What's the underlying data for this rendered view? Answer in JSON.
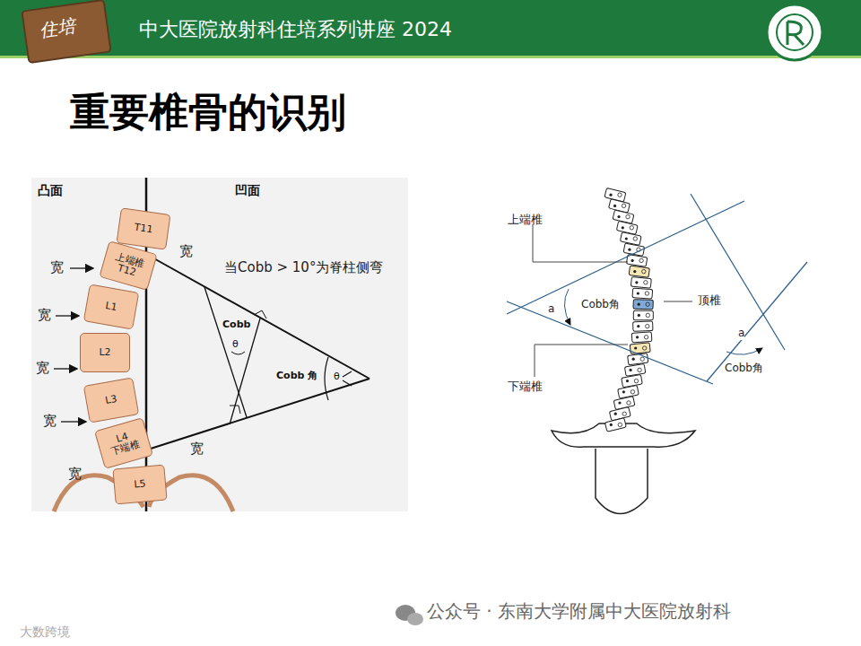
{
  "diagram": {
    "title": "重要椎骨的识别",
    "nodes": [
      {
        "text": [
          "T11"
        ]
      },
      {
        "text": [
          "上端椎",
          "T12"
        ]
      },
      {
        "text": [
          "L1"
        ]
      },
      {
        "text": [
          "L2"
        ]
      },
      {
        "text": [
          "L3"
        ]
      },
      {
        "text": [
          "L4",
          "下端椎"
        ]
      },
      {
        "text": [
          "L5"
        ]
      }
    ],
    "labels": [
      "中大医院放射科住培系列讲座 2024",
      "住培",
      "凸面",
      "凹面",
      "宽",
      "宽",
      "宽",
      "宽",
      "宽",
      "宽",
      "宽",
      "当Cobb > 10°为脊柱侧弯",
      "Cobb",
      "θ",
      "Cobb 角",
      "θ",
      "上端椎",
      "顶椎",
      "下端椎",
      "Cobb角",
      "a",
      "Cobb角",
      "a",
      "公众号 · 东南大学附属中大医院放射科",
      "大数跨境"
    ]
  }
}
